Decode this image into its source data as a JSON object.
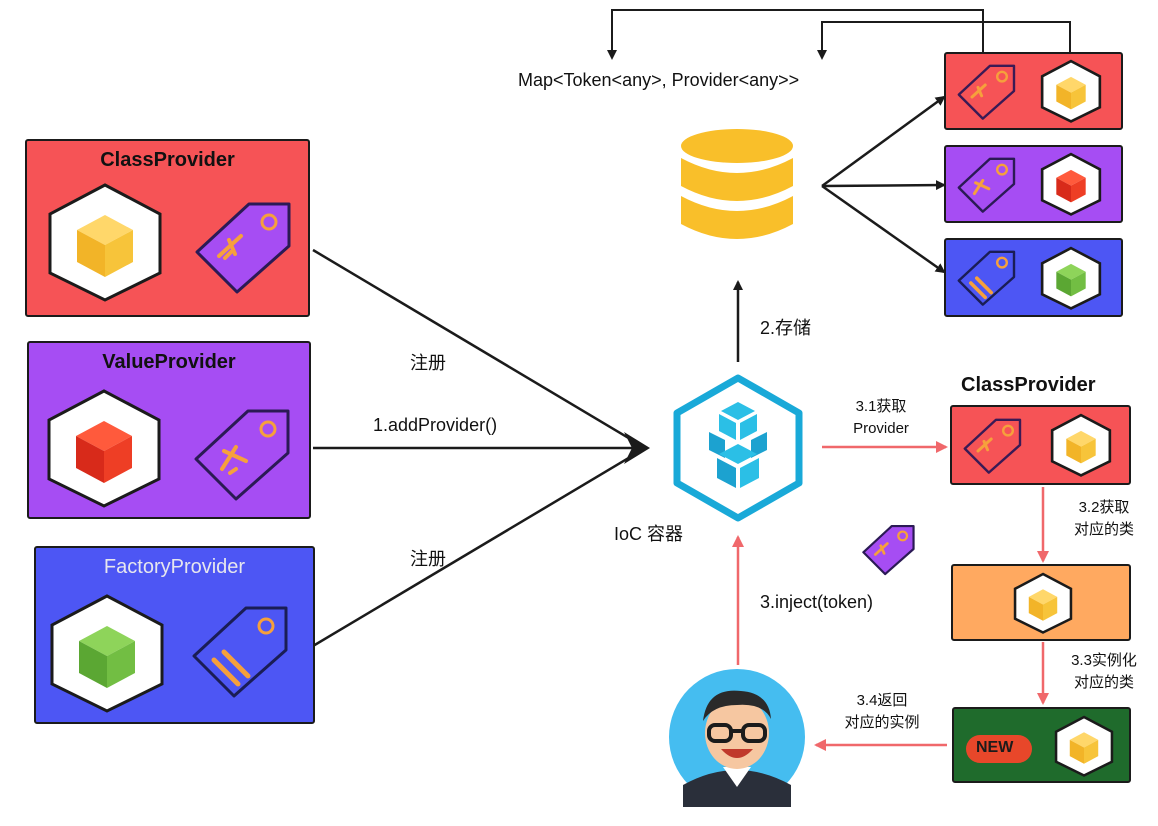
{
  "map_label": "Map<Token<any>, Provider<any>>",
  "providers": {
    "class": {
      "title": "ClassProvider"
    },
    "value": {
      "title": "ValueProvider"
    },
    "factory": {
      "title": "FactoryProvider"
    }
  },
  "edges": {
    "register_top": "注册",
    "add_provider": "1.addProvider()",
    "register_bottom": "注册",
    "store": "2.存储",
    "get_provider_line1": "3.1获取",
    "get_provider_line2": "Provider",
    "get_class_line1": "3.2获取",
    "get_class_line2": "对应的类",
    "instantiate_line1": "3.3实例化",
    "instantiate_line2": "对应的类",
    "return_line1": "3.4返回",
    "return_line2": "对应的实例",
    "inject": "3.inject(token)"
  },
  "ioc_label": "IoC 容器",
  "resolved_provider_title": "ClassProvider",
  "new_badge": "NEW",
  "colors": {
    "red": "#f65356",
    "purple": "#a64df3",
    "blue": "#4d56f4",
    "orange": "#ffa960",
    "green": "#1f6b2c",
    "arrow_red": "#f0686b",
    "db_yellow": "#f9bf2a",
    "ioc_cyan": "#19a9d8"
  },
  "icons": [
    "cube-icon",
    "tag-icon",
    "database-icon",
    "ioc-container-icon",
    "user-avatar-icon",
    "new-badge-icon"
  ]
}
